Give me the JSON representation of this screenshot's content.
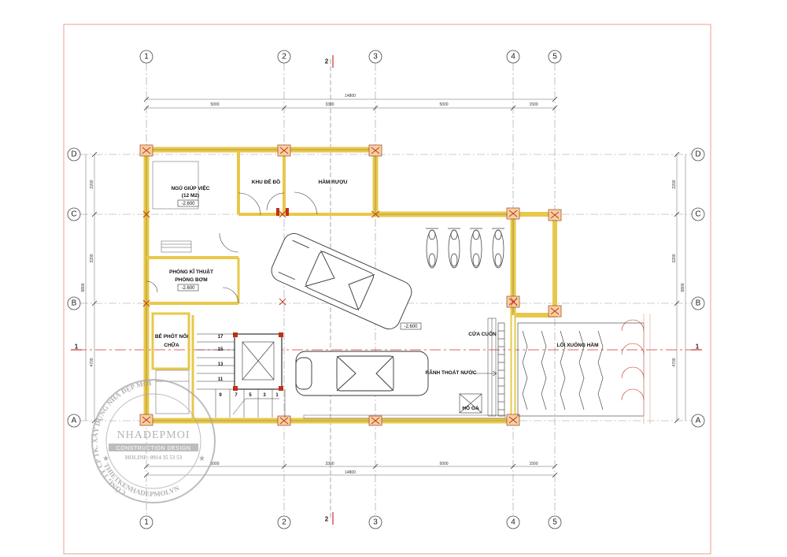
{
  "axes": {
    "numbers": [
      "1",
      "2",
      "3",
      "4",
      "5"
    ],
    "letters": [
      "D",
      "C",
      "B",
      "A"
    ],
    "section": [
      "2",
      "1"
    ]
  },
  "dimensions": {
    "top_total": "14800",
    "top_segments": [
      "5000",
      "3300",
      "5000",
      "1500"
    ],
    "bottom_total": "14800",
    "bottom_segments": [
      "5000",
      "3300",
      "5000",
      "1500"
    ],
    "left_segments": [
      "2200",
      "3200",
      "4700"
    ],
    "left_total": "9800",
    "right_segments": [
      "2200",
      "3200",
      "4700"
    ],
    "right_total": "9800"
  },
  "rooms": {
    "maid_room_line1": "NGỦ GIÚP VIỆC",
    "maid_room_line2": "(12 M2)",
    "maid_room_level": "-2.600",
    "storage": "KHU ĐỂ ĐỒ",
    "wine_cellar": "HẦM RƯỢU",
    "tech_room_line1": "PHÒNG KĨ THUẬT",
    "tech_room_line2": "PHÒNG BƠM",
    "tech_room_level": "-2.600",
    "fire_tank_line1": "BỂ PHỐT NỔI",
    "fire_tank_line2": "CHỮA",
    "garage_level": "-2.600",
    "roller_door": "CỬA CUỐN",
    "ramp": "LỐI XUỐNG HẦM",
    "drain": "RÃNH THOÁT NƯỚC",
    "manhole": "HỐ GA"
  },
  "stairs": {
    "steps_right": [
      "17",
      "15",
      "13",
      "11"
    ],
    "steps_bottom": [
      "9",
      "7",
      "5",
      "3",
      "1"
    ]
  },
  "watermark": {
    "ring_text": "CÔNG TY CP TK. XÂY DỰNG NHÀ ĐẸP MỚI",
    "brand": "NHADEPMOI",
    "subtitle": "CONSTRUCTION DESIGN",
    "hotline": "HOLINE: 0914 35 53 53",
    "website": "THIETKENHADEPMOI.VN"
  }
}
